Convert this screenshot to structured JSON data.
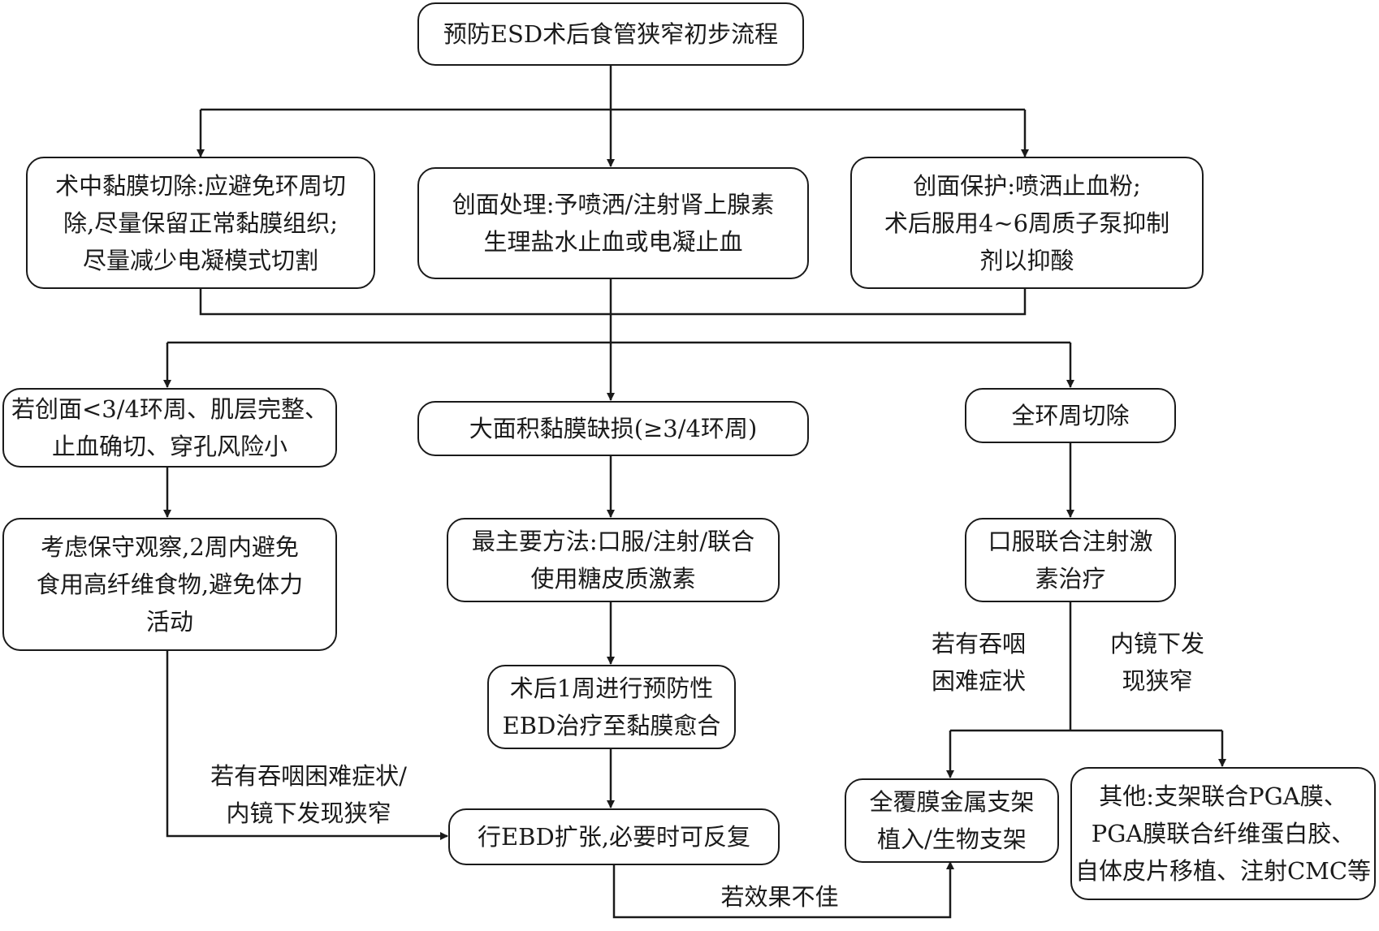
{
  "diagram": {
    "title": "预防ESD术后食管狭窄初步流程",
    "colors": {
      "stroke": "#1a1a1a",
      "background": "#ffffff",
      "text": "#1a1a1a"
    },
    "nodes": {
      "intraop": {
        "lines": [
          "术中黏膜切除:应避免环周切",
          "除,尽量保留正常黏膜组织;",
          "尽量减少电凝模式切割"
        ]
      },
      "wound_treatment": {
        "lines": [
          "创面处理:予喷洒/注射肾上腺素",
          "生理盐水止血或电凝止血"
        ]
      },
      "wound_protection": {
        "lines": [
          "创面保护:喷洒止血粉;",
          "术后服用4~6周质子泵抑制",
          "剂以抑酸"
        ]
      },
      "small_defect": {
        "lines": [
          "若创面<3/4环周、肌层完整、",
          "止血确切、穿孔风险小"
        ]
      },
      "large_defect": {
        "lines": [
          "大面积黏膜缺损(≥3/4环周)"
        ]
      },
      "full_circ": {
        "lines": [
          "全环周切除"
        ]
      },
      "conservative": {
        "lines": [
          "考虑保守观察,2周内避免",
          "食用高纤维食物,避免体力",
          "活动"
        ]
      },
      "steroid_main": {
        "lines": [
          "最主要方法:口服/注射/联合",
          "使用糖皮质激素"
        ]
      },
      "steroid_combo": {
        "lines": [
          "口服联合注射激",
          "素治疗"
        ]
      },
      "preventive_ebd": {
        "lines": [
          "术后1周进行预防性",
          "EBD治疗至黏膜愈合"
        ]
      },
      "ebd_dilation": {
        "lines": [
          "行EBD扩张,必要时可反复"
        ]
      },
      "stent": {
        "lines": [
          "全覆膜金属支架",
          "植入/生物支架"
        ]
      },
      "others": {
        "lines": [
          "其他:支架联合PGA膜、",
          "PGA膜联合纤维蛋白胶、",
          "自体皮片移植、注射CMC等"
        ]
      }
    },
    "edge_labels": {
      "dysphagia_left": {
        "lines": [
          "若有吞咽困难症状/",
          "内镜下发现狭窄"
        ]
      },
      "dysphagia_right": {
        "lines": [
          "若有吞咽",
          "困难症状"
        ]
      },
      "endoscopic_stricture": {
        "lines": [
          "内镜下发",
          "现狭窄"
        ]
      },
      "poor_effect": {
        "lines": [
          "若效果不佳"
        ]
      }
    }
  }
}
